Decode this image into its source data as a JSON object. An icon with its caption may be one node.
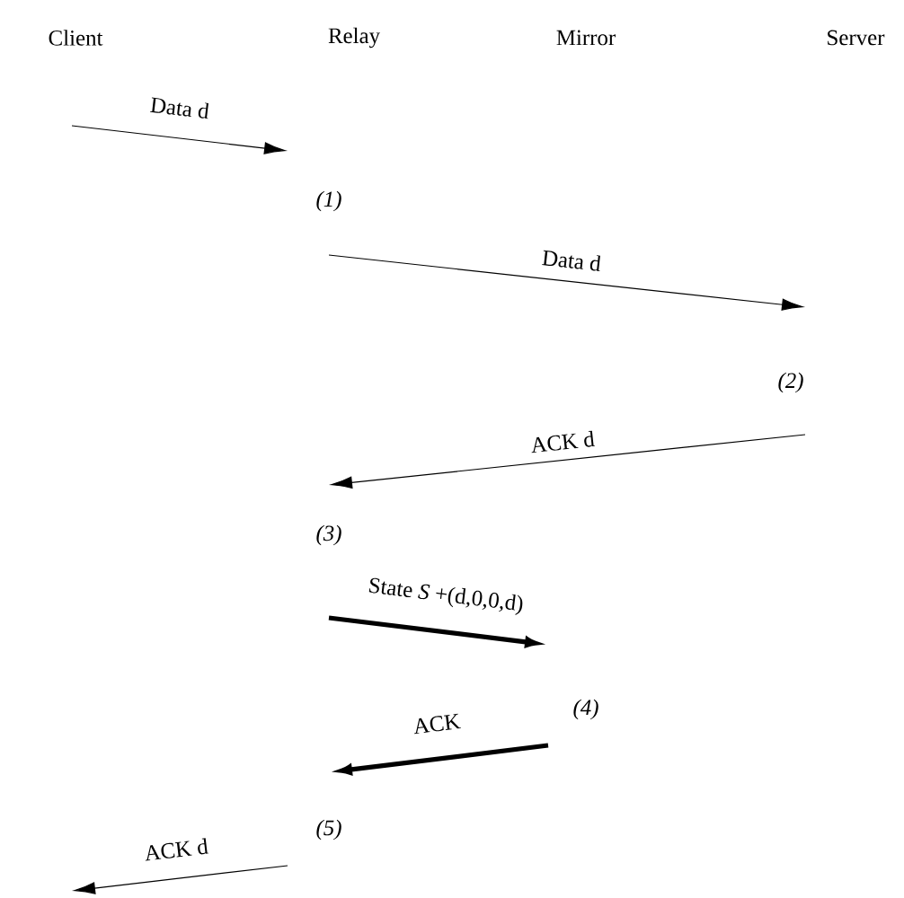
{
  "diagram": {
    "nodes": [
      {
        "text": [
          "Client"
        ]
      },
      {
        "text": [
          "Relay"
        ]
      },
      {
        "text": [
          "Mirror"
        ]
      },
      {
        "text": [
          "Server"
        ]
      }
    ],
    "labels": [
      "Data d",
      "(1)",
      "Data d",
      "(2)",
      "ACK d",
      "(3)",
      "State *S* +(d,0,0,d)",
      "(4)",
      "ACK",
      "(5)",
      "ACK d"
    ]
  }
}
